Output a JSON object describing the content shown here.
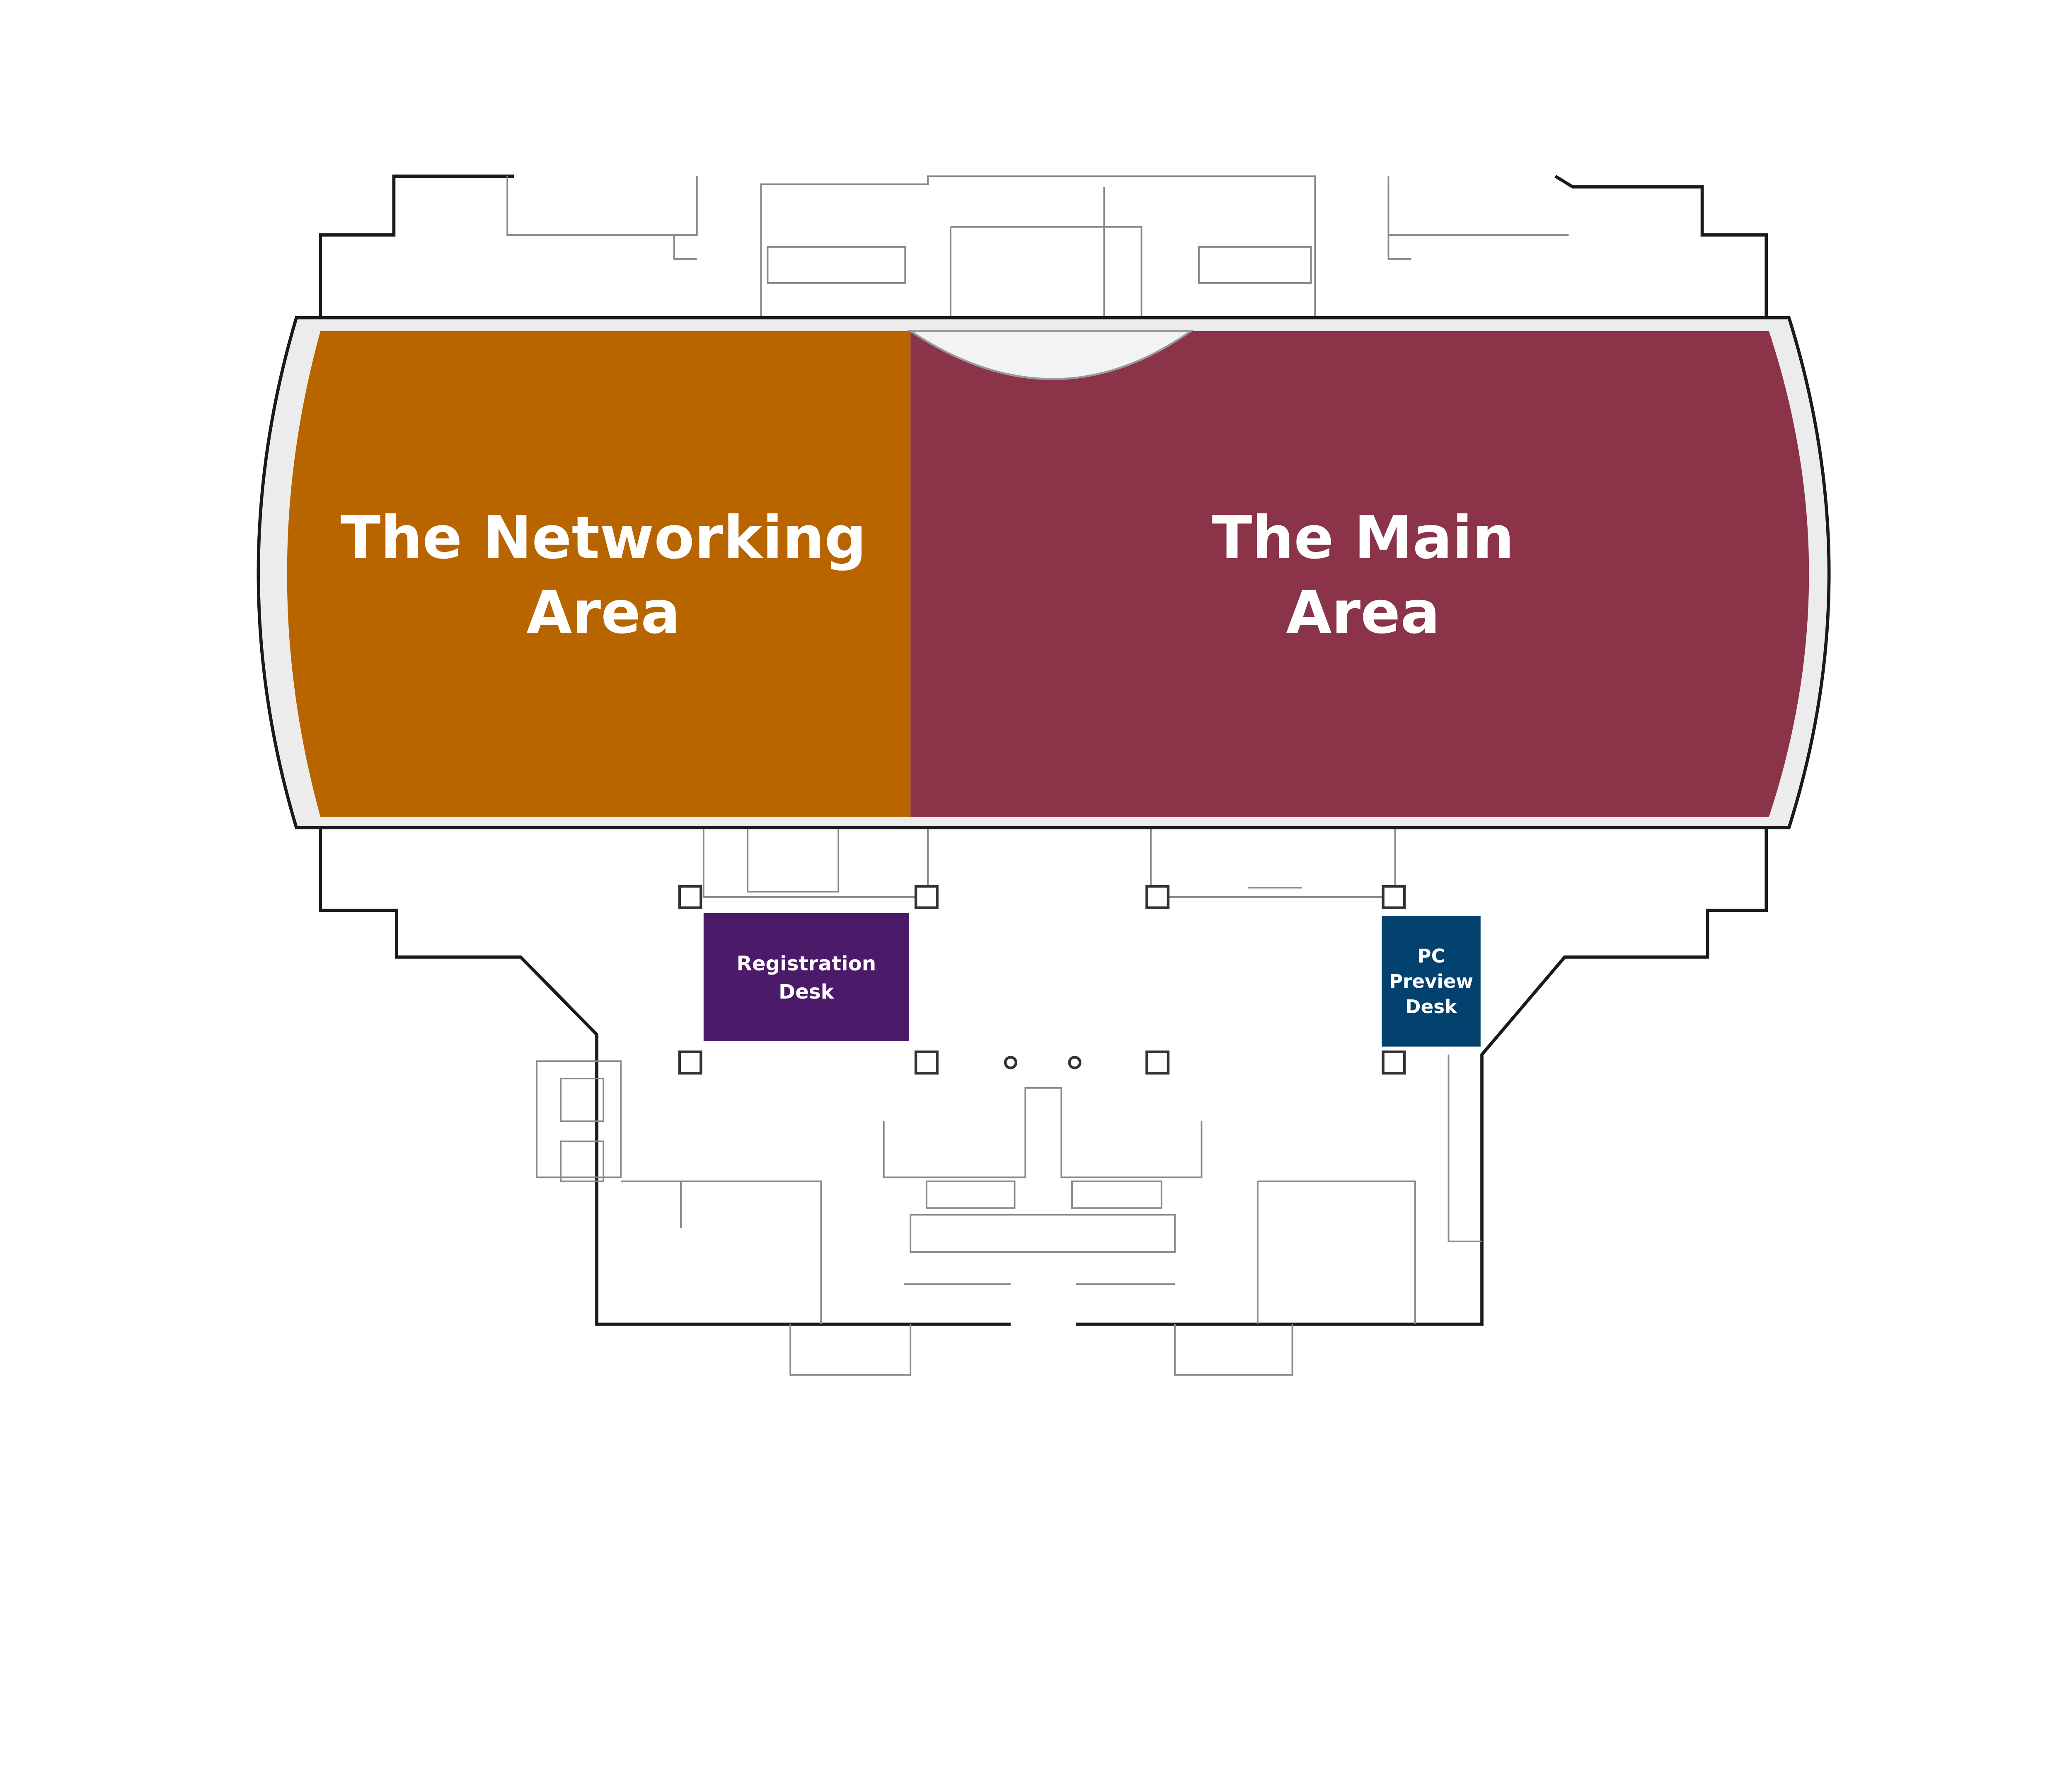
{
  "floor_plan": {
    "areas": [
      {
        "id": "networking",
        "label_lines": [
          "The Networking",
          "Area"
        ],
        "color": "#B86500"
      },
      {
        "id": "main",
        "label_lines": [
          "The Main",
          "Area"
        ],
        "color": "#8B3349"
      }
    ],
    "desks": [
      {
        "id": "registration",
        "label_lines": [
          "Registration",
          "Desk"
        ],
        "color": "#4B1A69"
      },
      {
        "id": "pc-preview",
        "label_lines": [
          "PC",
          "Preview",
          "Desk"
        ],
        "color": "#03426E"
      }
    ]
  }
}
